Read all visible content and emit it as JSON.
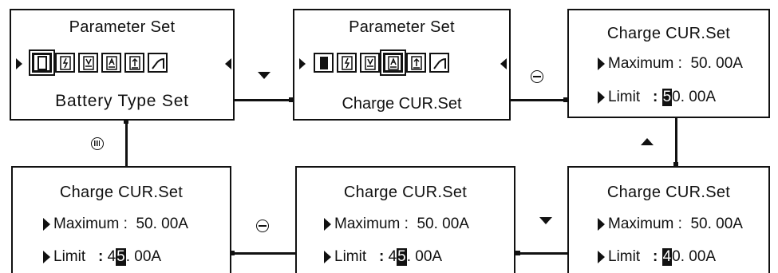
{
  "screens": {
    "s1": {
      "title": "Parameter Set",
      "bottom": "Battery Type Set"
    },
    "s2": {
      "title": "Parameter Set",
      "bottom": "Charge CUR.Set"
    },
    "s3": {
      "title": "Charge CUR.Set",
      "max_label": "Maximum :",
      "max_value": "50. 00A",
      "limit_label": "Limit",
      "colon": ":",
      "limit_hl": "5",
      "limit_rest": "0. 00A",
      "limit_pre": ""
    },
    "s4": {
      "title": "Charge CUR.Set",
      "max_label": "Maximum :",
      "max_value": "50. 00A",
      "limit_label": "Limit",
      "colon": ":",
      "limit_pre": "",
      "limit_hl": "4",
      "limit_rest": "0. 00A"
    },
    "s5": {
      "title": "Charge CUR.Set",
      "max_label": "Maximum :",
      "max_value": "50. 00A",
      "limit_label": "Limit",
      "colon": ":",
      "limit_pre": "4",
      "limit_hl": "5",
      "limit_rest": ". 00A"
    },
    "s6": {
      "title": "Charge CUR.Set",
      "max_label": "Maximum :",
      "max_value": "50. 00A",
      "limit_label": "Limit",
      "colon": ":",
      "limit_pre": "4",
      "limit_hl": "5",
      "limit_rest": ". 00A"
    }
  },
  "icons": [
    "battery-icon",
    "lightning-icon",
    "voltage-icon",
    "current-icon",
    "upload-icon",
    "curve-icon"
  ],
  "keys": [
    "down-key-icon",
    "enter-key-icon",
    "up-key-icon",
    "down-key-icon",
    "enter-key-icon",
    "menu-key-icon"
  ]
}
